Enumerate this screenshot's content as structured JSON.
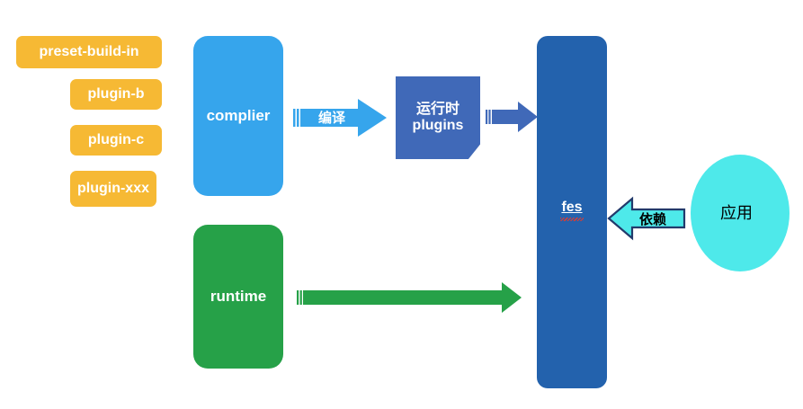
{
  "diagram": {
    "title": "fes architecture diagram",
    "background": "#ffffff",
    "colors": {
      "plugin_chip": "#f6b934",
      "complier": "#36a5ec",
      "runtime": "#26a148",
      "fes": "#2362ad",
      "runtime_plugins": "#4069b8",
      "app_ellipse": "#4ee9ea",
      "compile_arrow": "#36a5ec",
      "plugins_arrow": "#4069b8",
      "runtime_arrow": "#26a148",
      "depend_arrow_fill": "#4ee9ea",
      "depend_arrow_stroke": "#223a6b",
      "spellcheck_underline": "#e23b2e"
    },
    "plugins": [
      {
        "label": "preset-build-in"
      },
      {
        "label": "plugin-b"
      },
      {
        "label": "plugin-c"
      },
      {
        "label": "plugin-xxx"
      }
    ],
    "nodes": {
      "complier": {
        "label": "complier"
      },
      "runtime": {
        "label": "runtime"
      },
      "runtime_plugins": {
        "label": "运行时\nplugins",
        "line1": "运行时",
        "line2": "plugins"
      },
      "fes": {
        "label": "fes"
      },
      "app": {
        "label": "应用"
      }
    },
    "arrows": {
      "compile": {
        "label": "编译",
        "from": "complier",
        "to": "runtime_plugins",
        "direction": "right"
      },
      "plugins_to_fes": {
        "label": "",
        "from": "runtime_plugins",
        "to": "fes",
        "direction": "right"
      },
      "runtime_to_fes": {
        "label": "",
        "from": "runtime",
        "to": "fes",
        "direction": "right"
      },
      "depend": {
        "label": "依赖",
        "from": "app",
        "to": "fes",
        "direction": "left"
      }
    }
  }
}
